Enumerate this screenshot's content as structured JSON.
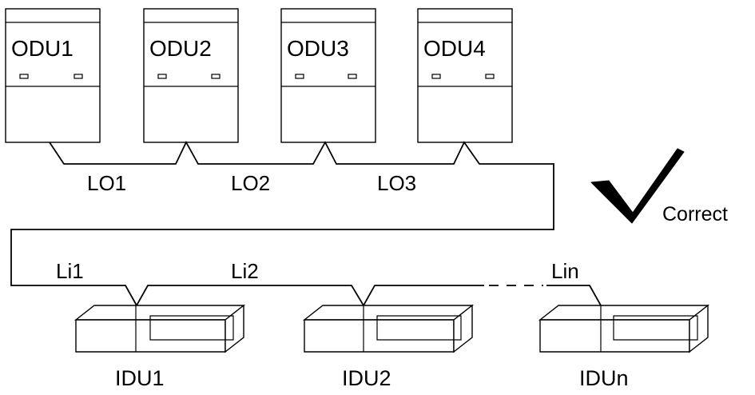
{
  "outdoor_units": [
    "ODU1",
    "ODU2",
    "ODU3",
    "ODU4"
  ],
  "outdoor_pipe_labels": [
    "LO1",
    "LO2",
    "LO3"
  ],
  "indoor_pipe_labels": [
    "Li1",
    "Li2",
    "Lin"
  ],
  "indoor_units": [
    "IDU1",
    "IDU2",
    "IDUn"
  ],
  "status": {
    "mark": "check-icon",
    "label": "Correct"
  },
  "colors": {
    "line": "#000000",
    "background": "#ffffff"
  }
}
